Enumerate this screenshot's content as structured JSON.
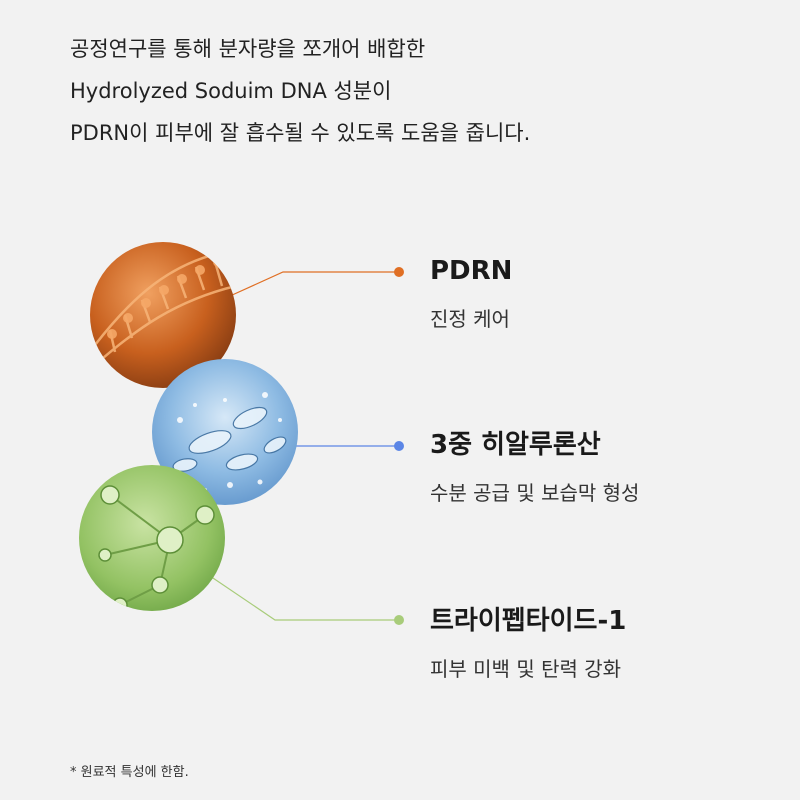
{
  "intro": {
    "lines": [
      "공정연구를 통해 분자량을 쪼개어 배합한",
      "Hydrolyzed Soduim DNA 성분이",
      "PDRN이 피부에 잘 흡수될 수 있도록 도움을 줍니다."
    ]
  },
  "ingredients": [
    {
      "name": "PDRN",
      "desc": "진정 케어",
      "color": "#e06f24",
      "image_icon": "dna-helix-icon"
    },
    {
      "name": "3중 히알루론산",
      "desc": "수분 공급 및 보습막 형성",
      "color": "#5b86e6",
      "image_icon": "water-bubbles-icon"
    },
    {
      "name": "트라이펩타이드-1",
      "desc": "피부 미백 및 탄력 강화",
      "color": "#a8cc7a",
      "image_icon": "molecule-icon"
    }
  ],
  "footnote": "* 원료적 특성에 한함."
}
